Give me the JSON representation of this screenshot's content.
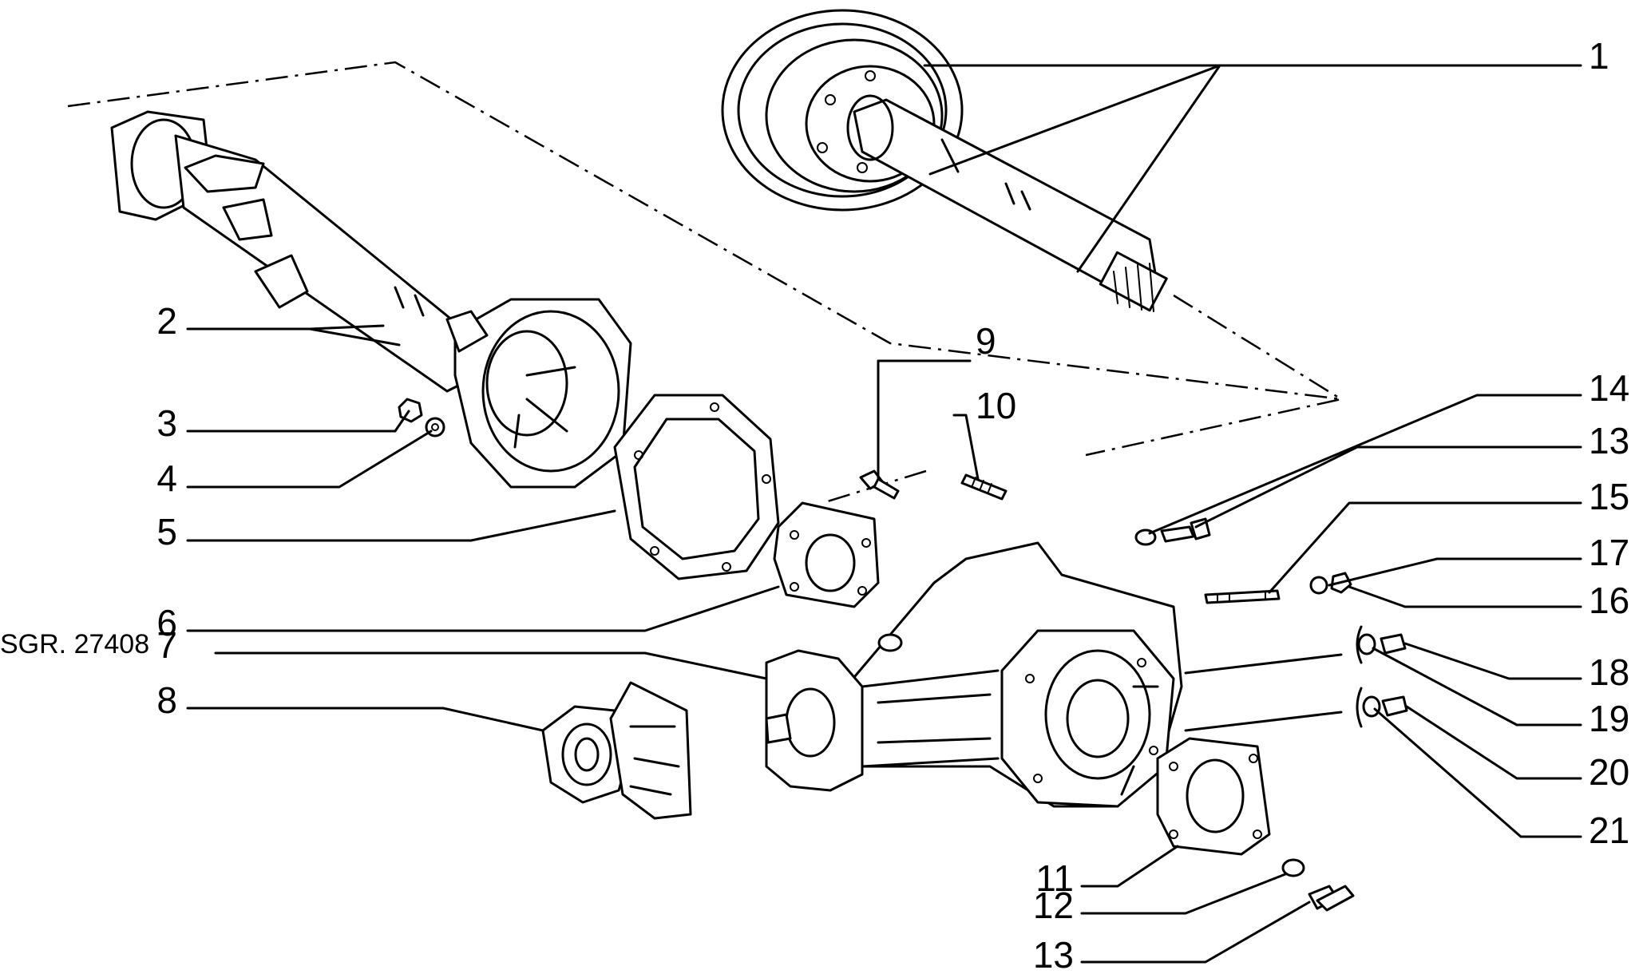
{
  "diagram": {
    "reference_code": "SGR. 27408",
    "labels": {
      "l1": "1",
      "l2": "2",
      "l3": "3",
      "l4": "4",
      "l5": "5",
      "l6": "6",
      "l7": "7",
      "l8": "8",
      "l9": "9",
      "l10": "10",
      "l11": "11",
      "l12": "12",
      "l13a": "13",
      "l13b": "13",
      "l14": "14",
      "l15": "15",
      "l16": "16",
      "l17": "17",
      "l18": "18",
      "l19": "19",
      "l20": "20",
      "l21": "21"
    }
  }
}
